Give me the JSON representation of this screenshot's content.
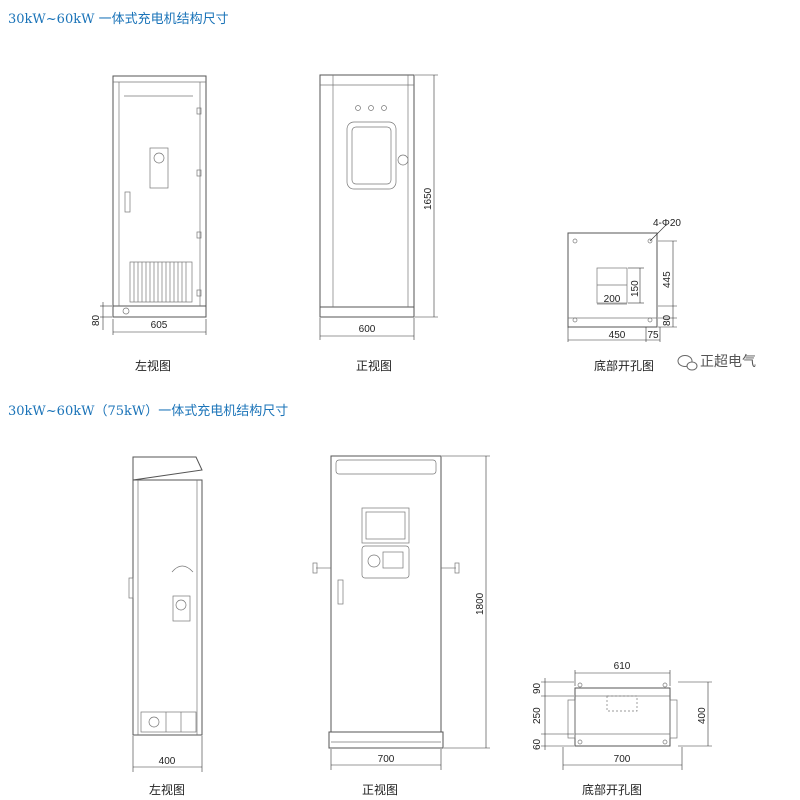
{
  "sections": [
    {
      "title": "30kW~60kW 一体式充电机结构尺寸",
      "captions": {
        "left": "左视图",
        "front": "正视图",
        "bottom": "底部开孔图"
      },
      "dims": {
        "left_width": "605",
        "left_base": "80",
        "front_width": "600",
        "front_height": "1650",
        "bottom_hole": "4-Φ20",
        "bottom_445": "445",
        "bottom_150": "150",
        "bottom_200": "200",
        "bottom_450": "450",
        "bottom_75": "75",
        "bottom_80": "80"
      }
    },
    {
      "title": "30kW~60kW（75kW）一体式充电机结构尺寸",
      "captions": {
        "left": "左视图",
        "front": "正视图",
        "bottom": "底部开孔图"
      },
      "dims": {
        "left_width": "400",
        "front_width": "700",
        "front_height": "1800",
        "bottom_top": "610",
        "bottom_90": "90",
        "bottom_250": "250",
        "bottom_60": "60",
        "bottom_400": "400",
        "bottom_width": "700"
      }
    }
  ],
  "watermark": "正超电气",
  "colors": {
    "title": "#1a73b8",
    "line": "#555555"
  },
  "icons": {
    "watermark": "wechat-icon"
  }
}
